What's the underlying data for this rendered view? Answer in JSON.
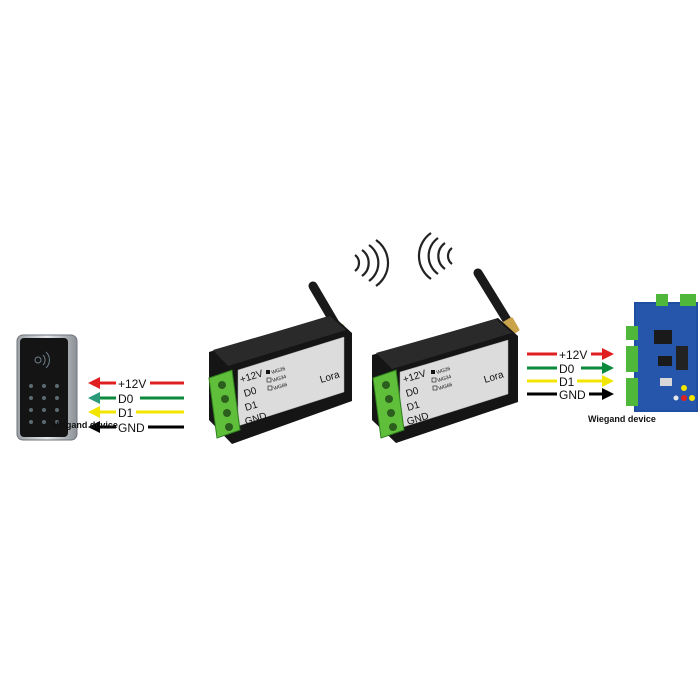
{
  "left_signals": [
    {
      "label": "+12V",
      "color": "#e02020"
    },
    {
      "label": "D0",
      "color": "#0a8a3a"
    },
    {
      "label": "D1",
      "color": "#f2e600"
    },
    {
      "label": "GND",
      "color": "#000000"
    }
  ],
  "right_signals": [
    {
      "label": "+12V",
      "color": "#e02020"
    },
    {
      "label": "D0",
      "color": "#0a8a3a"
    },
    {
      "label": "D1",
      "color": "#f2e600"
    },
    {
      "label": "GND",
      "color": "#000000"
    }
  ],
  "module": {
    "pins": [
      "+12V",
      "D0",
      "D1",
      "GND"
    ],
    "modes": [
      "WG26",
      "WG34",
      "WG66"
    ],
    "brand": "Lora"
  },
  "captions": {
    "left": "Wiegand device",
    "right": "Wiegand device"
  }
}
